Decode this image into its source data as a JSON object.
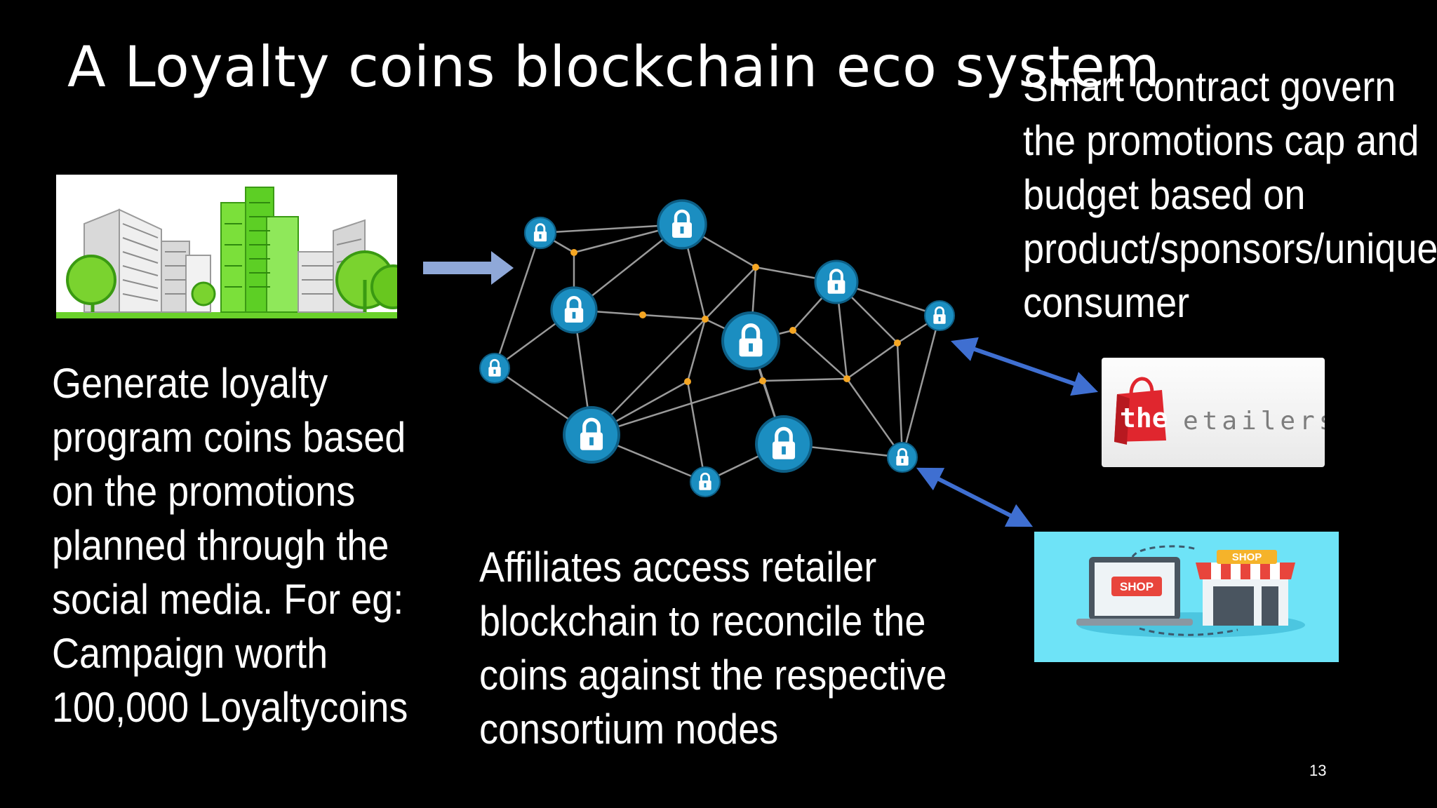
{
  "slide": {
    "title": "A Loyalty coins blockchain eco system",
    "left_lines": [
      "Generate loyalty",
      "program coins based",
      "on the promotions",
      "planned through the",
      "social media. For eg:",
      "Campaign worth",
      "100,000 Loyaltycoins"
    ],
    "right_lines": [
      "Smart contract govern",
      "the promotions cap and",
      "budget based on",
      "product/sponsors/unique",
      "consumer"
    ],
    "center_lines": [
      "Affiliates access retailer",
      "blockchain to reconcile the",
      "coins against the respective",
      "consortium nodes"
    ],
    "page_number": "13"
  },
  "retailer_logo": {
    "word1": "the",
    "word2": "etailers"
  },
  "shop_image": {
    "sign_laptop": "SHOP",
    "sign_store": "SHOP"
  },
  "icons": {
    "node": "padlock-icon",
    "arrow": "right-arrow-icon",
    "double_arrow": "double-headed-arrow-icon"
  },
  "colors": {
    "background": "#000000",
    "node_fill": "#1b8ec1",
    "link_dot": "#f5a623",
    "arrow_light": "#8fa8d8",
    "arrow_dark": "#3f6fd1",
    "city_green": "#6ad12a",
    "shop_bg": "#6ee3f7"
  }
}
